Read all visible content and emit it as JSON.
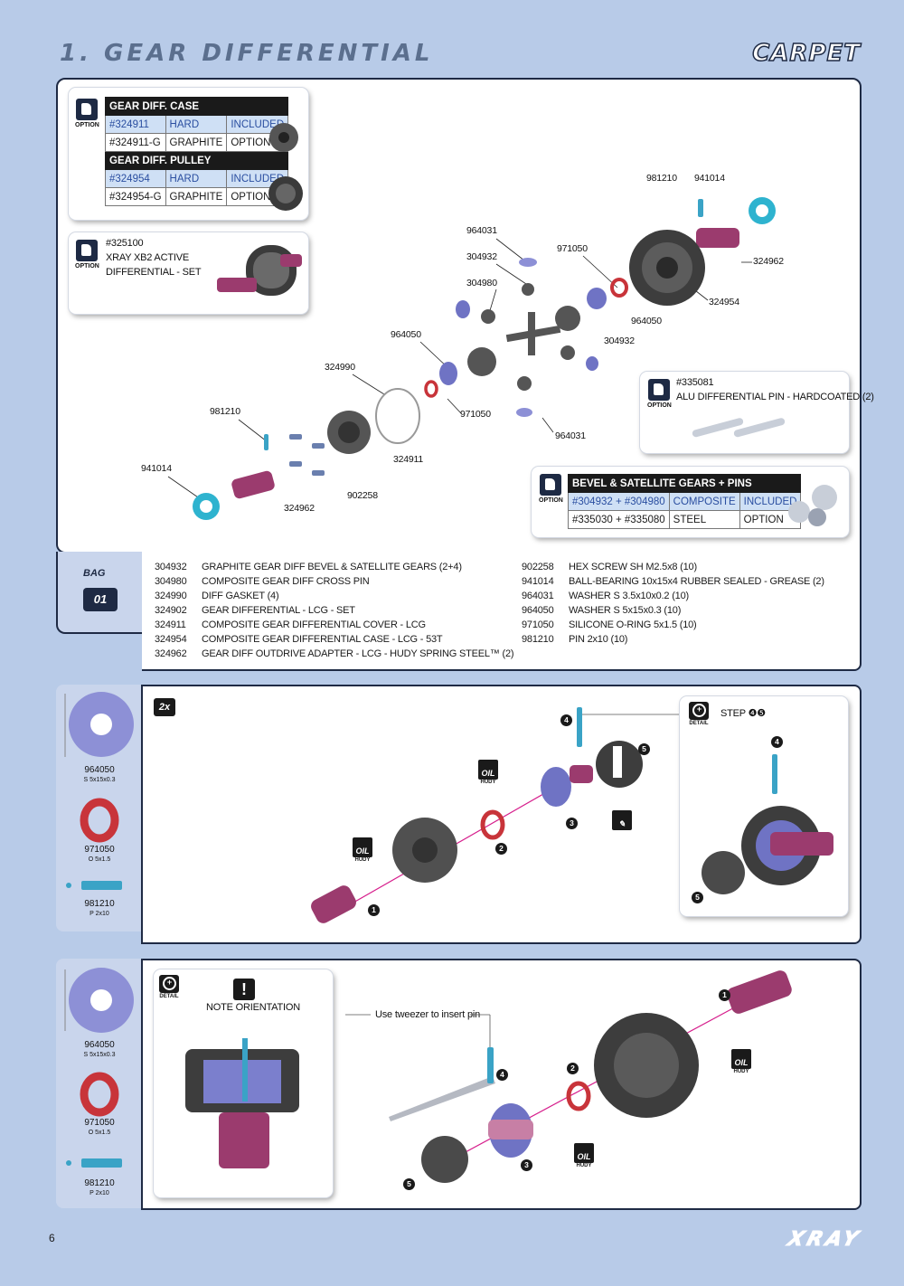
{
  "header": {
    "title": "1. GEAR DIFFERENTIAL",
    "surface": "CARPET"
  },
  "option_label": "OPTION",
  "diff_case_table": {
    "rows": [
      [
        "GEAR DIFF. CASE"
      ],
      [
        "#324911",
        "HARD",
        "INCLUDED"
      ],
      [
        "#324911-G",
        "GRAPHITE",
        "OPTION"
      ],
      [
        "GEAR DIFF. PULLEY"
      ],
      [
        "#324954",
        "HARD",
        "INCLUDED"
      ],
      [
        "#324954-G",
        "GRAPHITE",
        "OPTION"
      ]
    ]
  },
  "active_diff": {
    "line1": "#325100",
    "line2": "XRAY XB2 ACTIVE",
    "line3": "DIFFERENTIAL - SET"
  },
  "alu_pin": {
    "line1": "#335081",
    "line2": "ALU DIFFERENTIAL PIN - HARDCOATED (2)"
  },
  "bevel_table": {
    "header": "BEVEL & SATELLITE GEARS + PINS",
    "rows": [
      [
        "#304932 + #304980",
        "COMPOSITE",
        "INCLUDED"
      ],
      [
        "#335030 + #335080",
        "STEEL",
        "OPTION"
      ]
    ]
  },
  "exploded_labels": [
    "981210",
    "941014",
    "964031",
    "971050",
    "324962",
    "304932",
    "324954",
    "304980",
    "964050",
    "304932",
    "964050",
    "324990",
    "971050",
    "964031",
    "981210",
    "324911",
    "941014",
    "902258",
    "324962"
  ],
  "bag": {
    "label": "BAG",
    "number": "01"
  },
  "parts_left": [
    [
      "304932",
      "GRAPHITE GEAR DIFF BEVEL & SATELLITE GEARS (2+4)"
    ],
    [
      "304980",
      "COMPOSITE GEAR DIFF CROSS PIN"
    ],
    [
      "324990",
      "DIFF GASKET (4)"
    ],
    [
      "324902",
      "GEAR DIFFERENTIAL - LCG - SET"
    ],
    [
      "324911",
      "COMPOSITE GEAR DIFFERENTIAL COVER - LCG"
    ],
    [
      "324954",
      "COMPOSITE GEAR DIFFERENTIAL CASE - LCG - 53T"
    ],
    [
      "324962",
      "GEAR DIFF OUTDRIVE ADAPTER - LCG - HUDY SPRING STEEL™ (2)"
    ]
  ],
  "parts_right": [
    [
      "902258",
      "HEX SCREW SH M2.5x8  (10)"
    ],
    [
      "941014",
      "BALL-BEARING 10x15x4 RUBBER SEALED - GREASE (2)"
    ],
    [
      "964031",
      "WASHER S 3.5x10x0.2  (10)"
    ],
    [
      "964050",
      "WASHER S 5x15x0.3  (10)"
    ],
    [
      "971050",
      "SILICONE O-RING 5x1.5  (10)"
    ],
    [
      "981210",
      "PIN 2x10  (10)"
    ]
  ],
  "sidebar_parts": [
    {
      "code": "964050",
      "size": "S 5x15x0.3"
    },
    {
      "code": "971050",
      "size": "O 5x1.5"
    },
    {
      "code": "981210",
      "size": "P 2x10"
    }
  ],
  "step1": {
    "multiplier": "2x",
    "detail_label": "STEP ❹❺",
    "detail_text": "DETAIL",
    "oil_text": "OIL",
    "hudy_text": "HUDY"
  },
  "step2": {
    "note": "NOTE ORIENTATION",
    "tweezer": "Use tweezer to insert pin",
    "detail_text": "DETAIL",
    "oil_text": "OIL",
    "hudy_text": "HUDY"
  },
  "numbers": [
    "1",
    "2",
    "3",
    "4",
    "5"
  ],
  "footer": {
    "page": "6",
    "brand": "XRAY"
  },
  "colors": {
    "panel_border": "#1e2a44",
    "background": "#b8cbe8",
    "washer": "#8d90d6",
    "oring": "#c8343a",
    "pin": "#3aa3c6",
    "highlight": "#cfe0f5"
  }
}
